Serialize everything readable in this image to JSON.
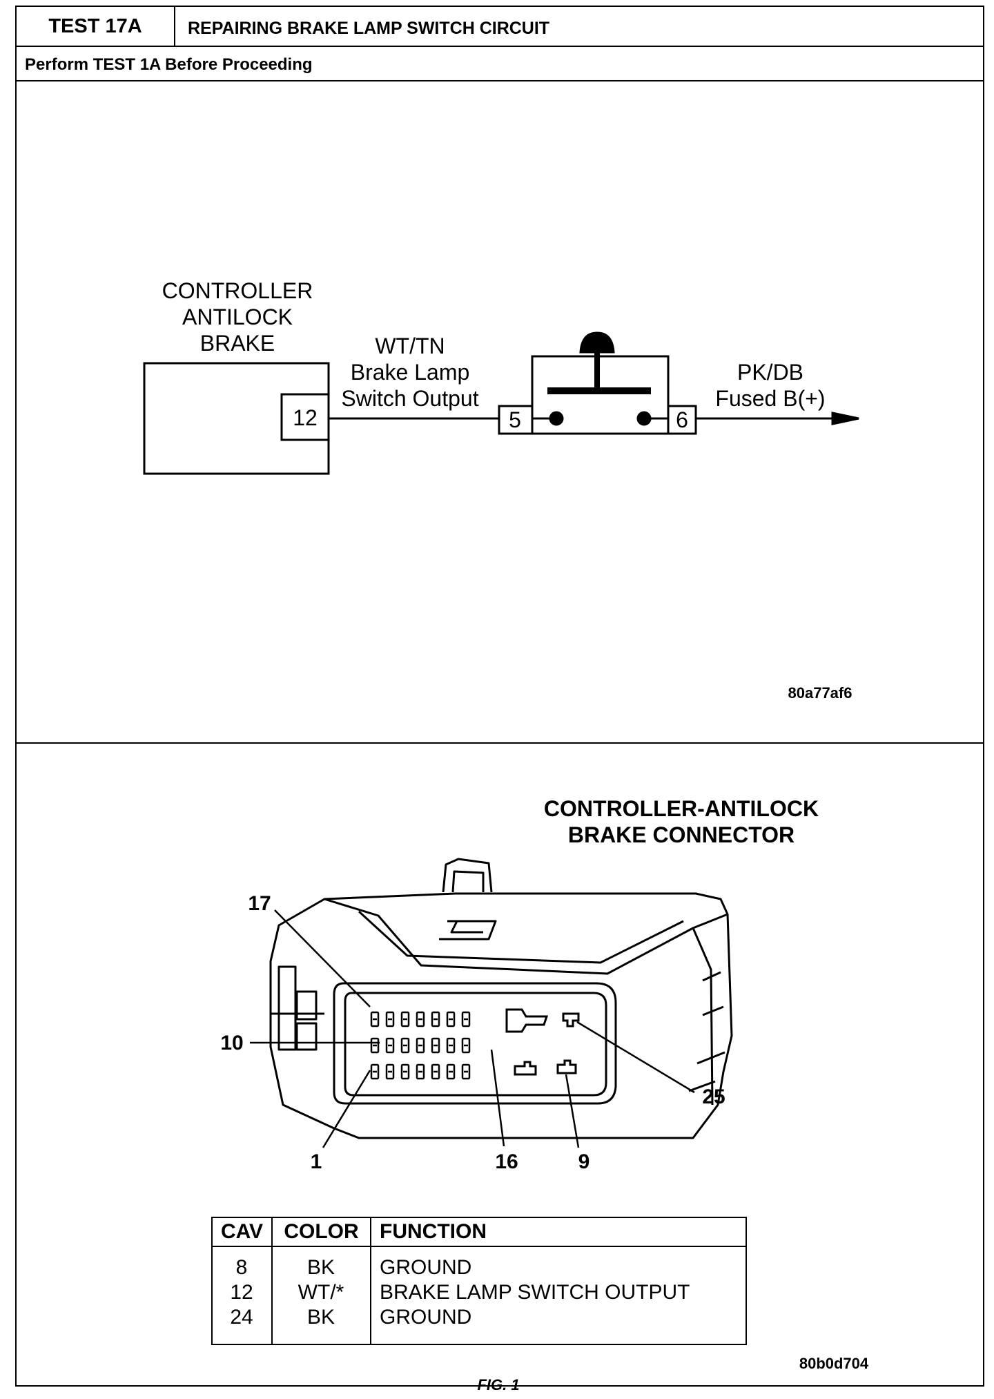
{
  "header": {
    "test_id": "TEST 17A",
    "title": "REPAIRING BRAKE LAMP SWITCH CIRCUIT",
    "prerequisite": "Perform TEST 1A Before Proceeding"
  },
  "schematic": {
    "controller_label": [
      "CONTROLLER",
      "ANTILOCK",
      "BRAKE"
    ],
    "controller_pin": "12",
    "wire_left_label": [
      "WT/TN",
      "Brake Lamp",
      "Switch Output"
    ],
    "switch_pin_left": "5",
    "switch_pin_right": "6",
    "wire_right_label": [
      "PK/DB",
      "Fused B(+)"
    ],
    "figure_code": "80a77af6"
  },
  "connector": {
    "title": [
      "CONTROLLER-ANTILOCK",
      "BRAKE CONNECTOR"
    ],
    "callouts": {
      "c17": "17",
      "c10": "10",
      "c1": "1",
      "c16": "16",
      "c9": "9",
      "c25": "25"
    },
    "table": {
      "headers": [
        "CAV",
        "COLOR",
        "FUNCTION"
      ],
      "rows": [
        {
          "cav": "8",
          "color": "BK",
          "function": "GROUND"
        },
        {
          "cav": "12",
          "color": "WT/*",
          "function": "BRAKE LAMP SWITCH OUTPUT"
        },
        {
          "cav": "24",
          "color": "BK",
          "function": "GROUND"
        }
      ]
    },
    "figure_code": "80b0d704",
    "figure_caption": "FIG. 1"
  }
}
